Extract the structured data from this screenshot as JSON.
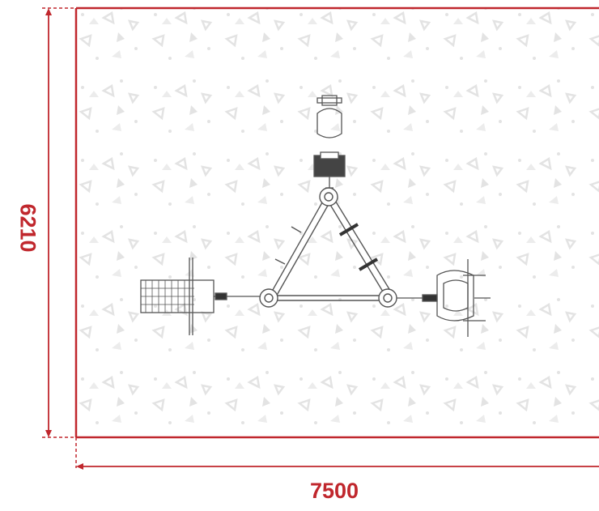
{
  "dimensions": {
    "width_label": "7500",
    "height_label": "6210",
    "units": ""
  },
  "colors": {
    "dimension": "#c0272d",
    "equipment": "#555555",
    "ground_pattern": "#e3e3e3"
  },
  "plan": {
    "description_type": "top-view equipment layout plan"
  }
}
